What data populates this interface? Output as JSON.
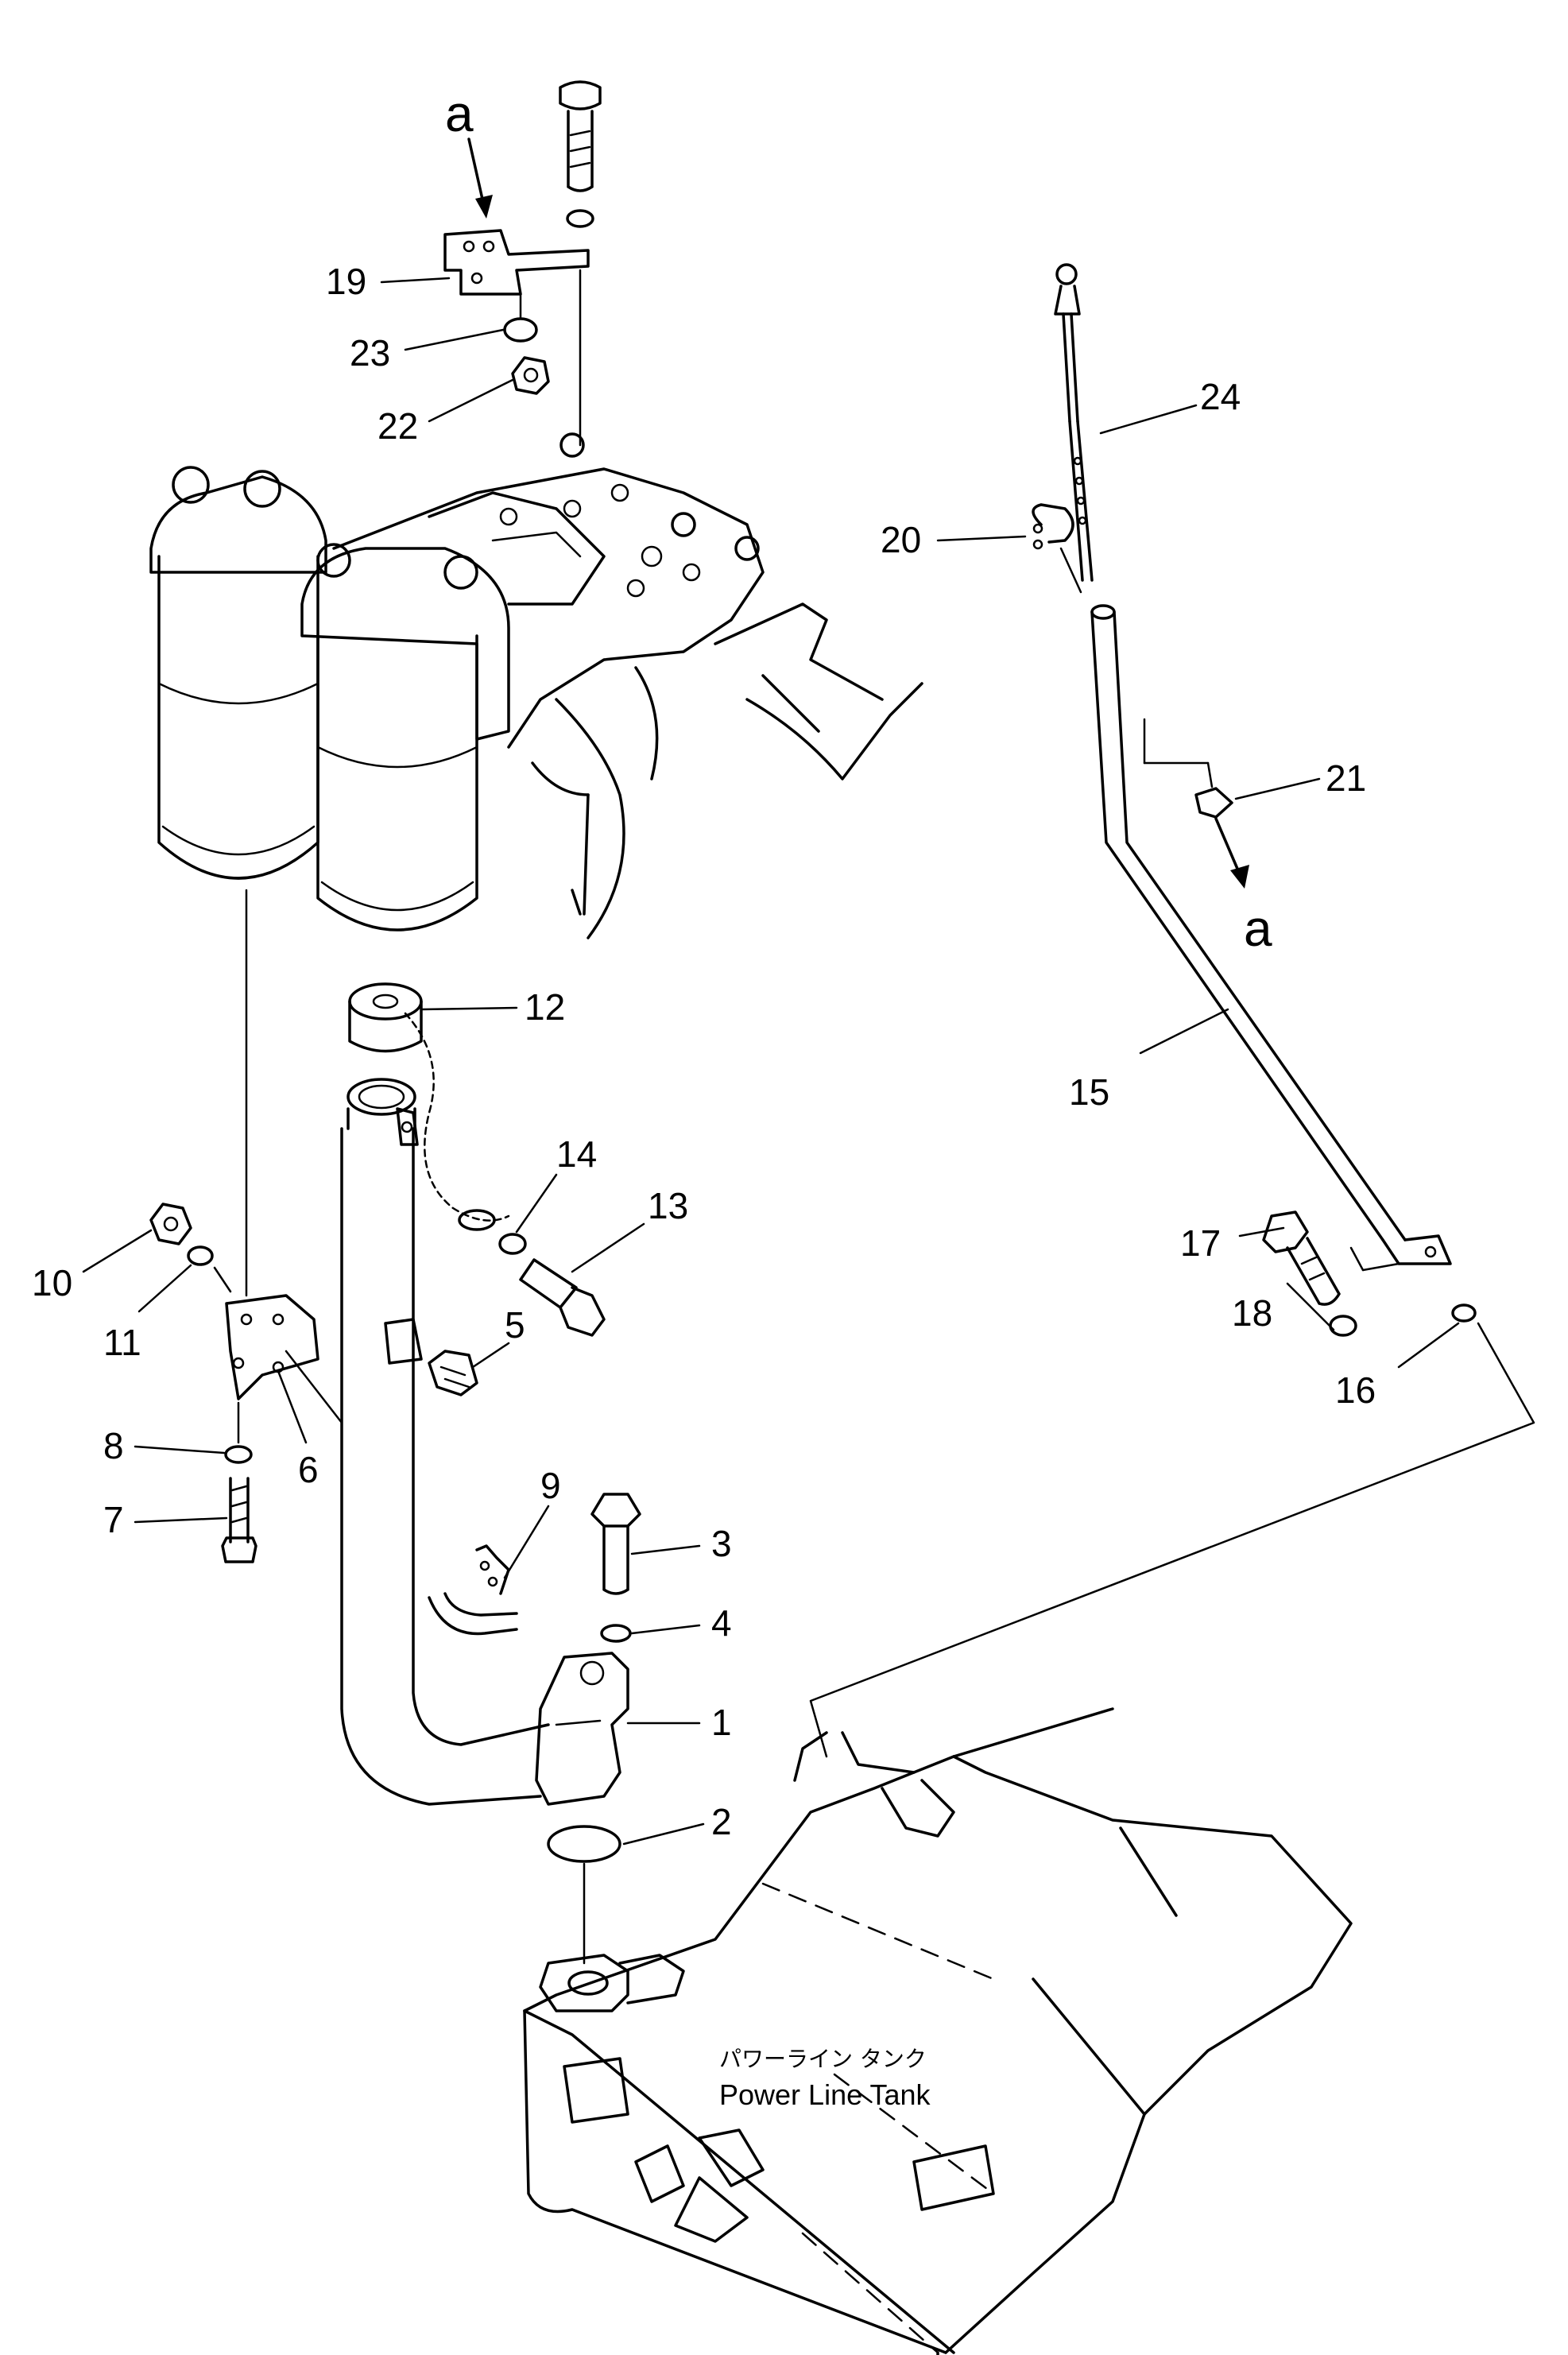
{
  "diagram": {
    "callouts": [
      "1",
      "2",
      "3",
      "4",
      "5",
      "6",
      "7",
      "8",
      "9",
      "10",
      "11",
      "12",
      "13",
      "14",
      "15",
      "16",
      "17",
      "18",
      "19",
      "20",
      "21",
      "22",
      "23",
      "24"
    ],
    "reference_marks": {
      "top": "a",
      "right": "a"
    },
    "tank_label_jp": "パワーライン タンク",
    "tank_label_en": "Power Line Tank"
  }
}
